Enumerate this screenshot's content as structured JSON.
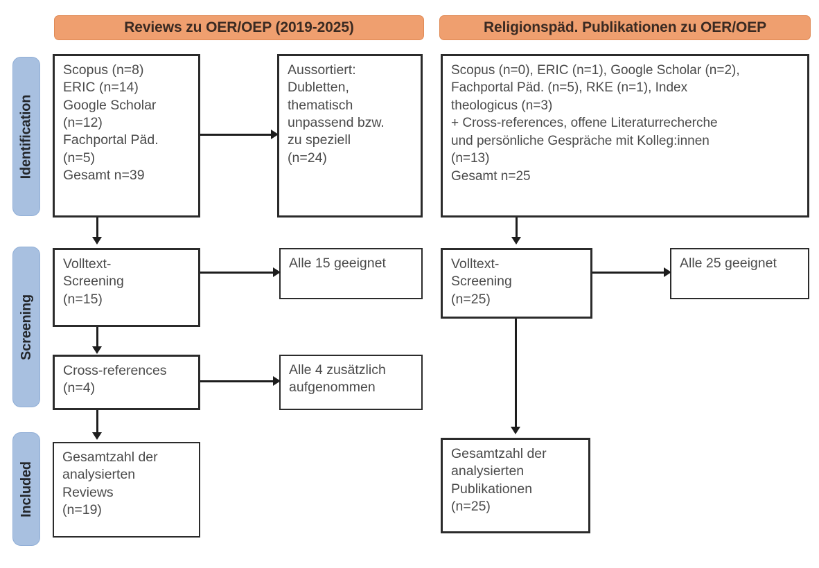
{
  "figure": {
    "type": "prisma-flow-diagram",
    "columns": [
      {
        "id": "reviews",
        "header": "Reviews zu OER/OEP (2019-2025)"
      },
      {
        "id": "religionspaed",
        "header": "Religionspäd. Publikationen zu OER/OEP"
      }
    ]
  },
  "stages": [
    {
      "id": "identification",
      "label": "Identification"
    },
    {
      "id": "screening",
      "label": "Screening"
    },
    {
      "id": "included",
      "label": "Included"
    }
  ],
  "boxes": {
    "left_identification_sources": "Scopus (n=8)\nERIC (n=14)\nGoogle Scholar\n(n=12)\nFachportal Päd.\n(n=5)\nGesamt n=39",
    "left_identification_excluded": "Aussortiert:\nDubletten,\nthematisch\nunpassend bzw.\nzu speziell\n(n=24)",
    "left_screening_fulltext": "Volltext-\nScreening\n(n=15)",
    "left_screening_eligible": "Alle 15 geeignet",
    "left_crossrefs": "Cross-references\n(n=4)",
    "left_crossrefs_added": "Alle 4 zusätzlich\naufgenommen",
    "left_included_total": "Gesamtzahl der\nanalysierten\nReviews\n(n=19)",
    "right_identification_sources": "Scopus (n=0), ERIC (n=1), Google Scholar (n=2),\nFachportal Päd. (n=5), RKE (n=1), Index\ntheologicus (n=3)\n+ Cross-references, offene Literaturrecherche\nund persönliche Gespräche mit Kolleg:innen\n(n=13)\nGesamt n=25",
    "right_screening_fulltext": "Volltext-\nScreening\n(n=25)",
    "right_screening_eligible": "Alle 25 geeignet",
    "right_included_total": "Gesamtzahl der\nanalysierten\nPublikationen\n(n=25)"
  },
  "counts": {
    "left_scopus": 8,
    "left_eric": 14,
    "left_google_scholar": 12,
    "left_fachportal": 5,
    "left_total_identified": 39,
    "left_excluded": 24,
    "left_fulltext_screened": 15,
    "left_eligible": 15,
    "left_crossrefs": 4,
    "left_crossrefs_added": 4,
    "left_included": 19,
    "right_scopus": 0,
    "right_eric": 1,
    "right_google_scholar": 2,
    "right_fachportal": 5,
    "right_rke": 1,
    "right_index_theologicus": 3,
    "right_additional_sources": 13,
    "right_total_identified": 25,
    "right_fulltext_screened": 25,
    "right_eligible": 25,
    "right_included": 25
  },
  "colors": {
    "header_fill": "#ef9f6f",
    "stage_label_fill": "#a8c0e0",
    "box_border": "#2b2b2b",
    "connector": "#1d1d1d",
    "text": "#4a4a4a",
    "background": "#ffffff"
  }
}
